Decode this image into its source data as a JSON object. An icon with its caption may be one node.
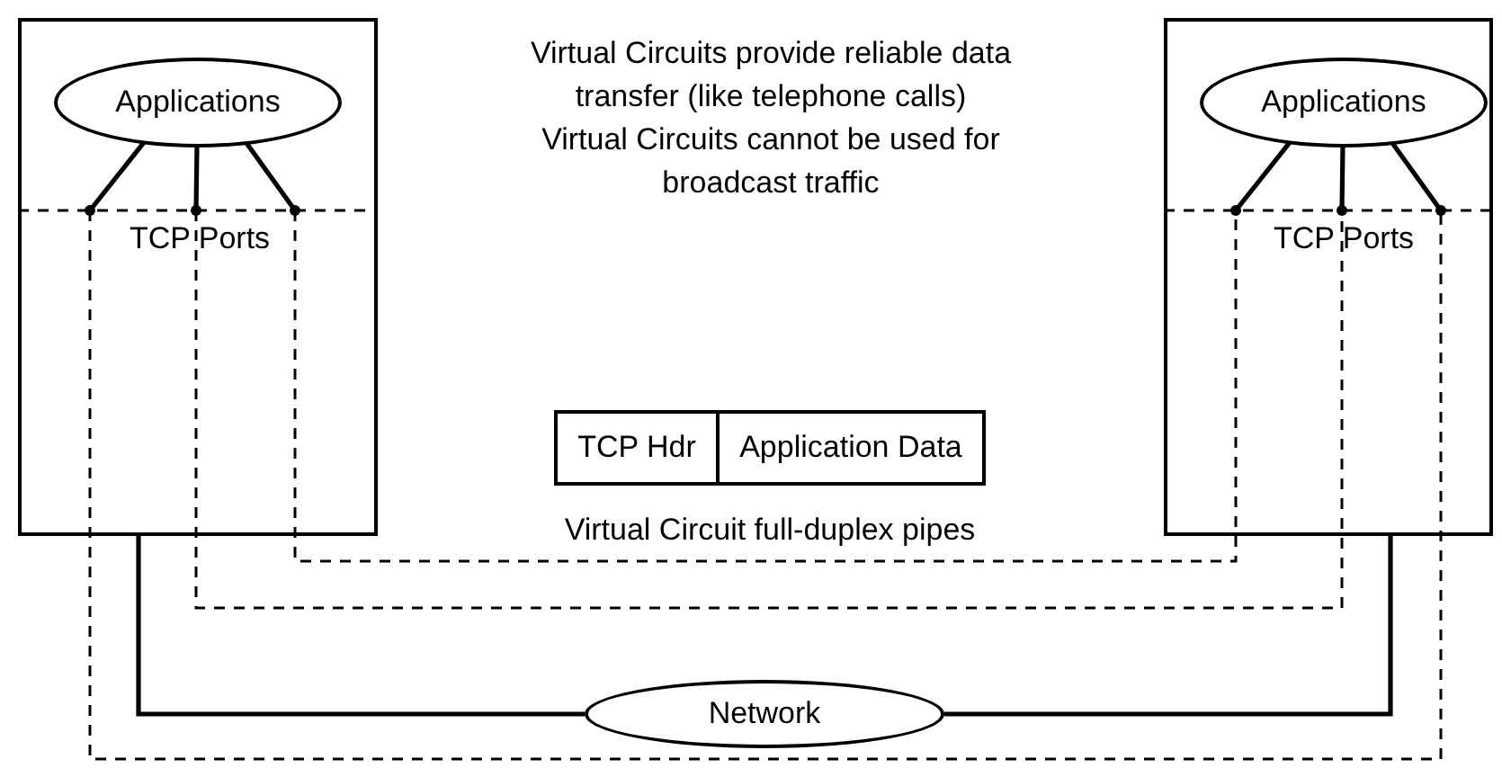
{
  "diagram": {
    "nodes": [
      {
        "text": [],
        "shape": "box"
      },
      {
        "text": [
          "Applications"
        ],
        "in": 0
      },
      {
        "text": [],
        "shape": "dot",
        "in": 0
      },
      {
        "text": [],
        "shape": "dot",
        "in": 0
      },
      {
        "text": [],
        "shape": "dot",
        "in": 0
      },
      {
        "text": [],
        "shape": "box"
      },
      {
        "text": [
          "Applications"
        ],
        "in": 5
      },
      {
        "text": [],
        "shape": "dot",
        "in": 5
      },
      {
        "text": [],
        "shape": "dot",
        "in": 5
      },
      {
        "text": [],
        "shape": "dot",
        "in": 5
      },
      {
        "text": [
          "Network"
        ]
      },
      {
        "text": [
          "TCP Hdr"
        ]
      },
      {
        "text": [
          "Application Data"
        ]
      }
    ],
    "edges": [
      {
        "from": 1,
        "to": 2,
        "arrow": "none"
      },
      {
        "from": 1,
        "to": 3,
        "arrow": "none"
      },
      {
        "from": 1,
        "to": 4,
        "arrow": "none"
      },
      {
        "from": 6,
        "to": 7,
        "arrow": "none"
      },
      {
        "from": 6,
        "to": 8,
        "arrow": "none"
      },
      {
        "from": 6,
        "to": 9,
        "arrow": "none"
      },
      {
        "from": 4,
        "to": 7,
        "arrow": "none",
        "style": "dashed"
      },
      {
        "from": 3,
        "to": 8,
        "arrow": "none",
        "style": "dashed"
      },
      {
        "from": 2,
        "to": 9,
        "arrow": "none",
        "style": "dashed"
      },
      {
        "from": 0,
        "to": 10,
        "arrow": "none"
      },
      {
        "from": 10,
        "to": 5,
        "arrow": "none"
      }
    ],
    "labels": [
      "Virtual Circuits provide reliable data transfer (like telephone calls)",
      "Virtual Circuits cannot be used for broadcast traffic",
      "TCP Ports",
      "TCP Ports",
      "Virtual Circuit full-duplex pipes"
    ]
  }
}
